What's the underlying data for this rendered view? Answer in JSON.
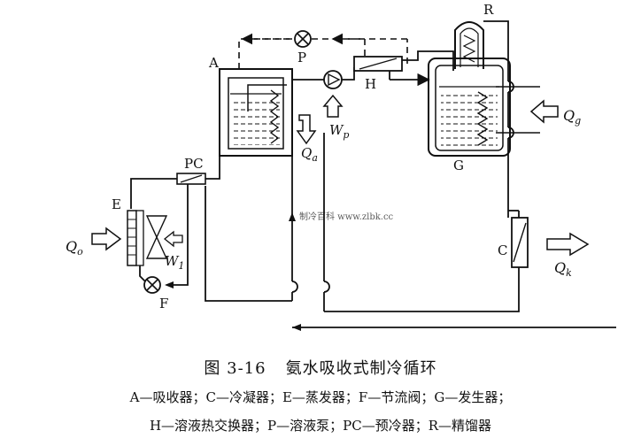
{
  "labels": {
    "A": "A",
    "R": "R",
    "P": "P",
    "H": "H",
    "G": "G",
    "PC": "PC",
    "E": "E",
    "C": "C",
    "F": "F",
    "Qa": "Qa",
    "Wp": "Wp",
    "Qg": "Qg",
    "Qo": "Qo",
    "W1": "W1",
    "Qk": "Qk"
  },
  "watermark": "制冷百科 www.zlbk.cc",
  "caption": {
    "figure_number": "图 3-16",
    "title": "氨水吸收式制冷循环",
    "legend_line1": "A—吸收器；C—冷凝器；E—蒸发器；F—节流阀；G—发生器；",
    "legend_line2": "H—溶液热交换器；P—溶液泵；PC—预冷器；R—精馏器"
  }
}
